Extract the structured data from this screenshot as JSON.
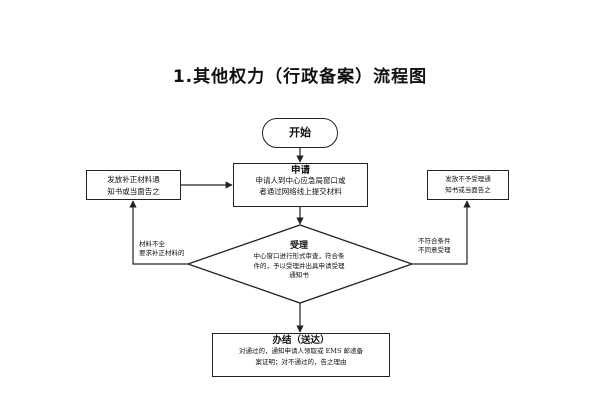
{
  "title": "1.其他权力（行政备案）流程图",
  "nodes": {
    "start": "开始",
    "apply": {
      "heading": "申请",
      "lines": [
        "申请人到中心应急局窗口或",
        "者通过网络线上提交材料"
      ]
    },
    "review": {
      "heading": "受理",
      "lines": [
        "中心窗口进行形式审查，符合条",
        "件的，予以受理并出具申请受理",
        "通知书"
      ]
    },
    "supplement": {
      "lines": [
        "发放补正材料通",
        "知书或当面告之"
      ]
    },
    "reject": {
      "lines": [
        "发放不予受理通",
        "知书或当面告之"
      ]
    },
    "done": {
      "heading": "办结（送达）",
      "lines": [
        "对通过的，通知申请人领取或 EMS 邮递备",
        "案证明；对不通过的，告之理由"
      ]
    }
  },
  "edge_labels": {
    "incomplete": [
      "材料不全",
      "要求补正材料的"
    ],
    "not_met": [
      "不符合条件",
      "不同意受理"
    ]
  }
}
